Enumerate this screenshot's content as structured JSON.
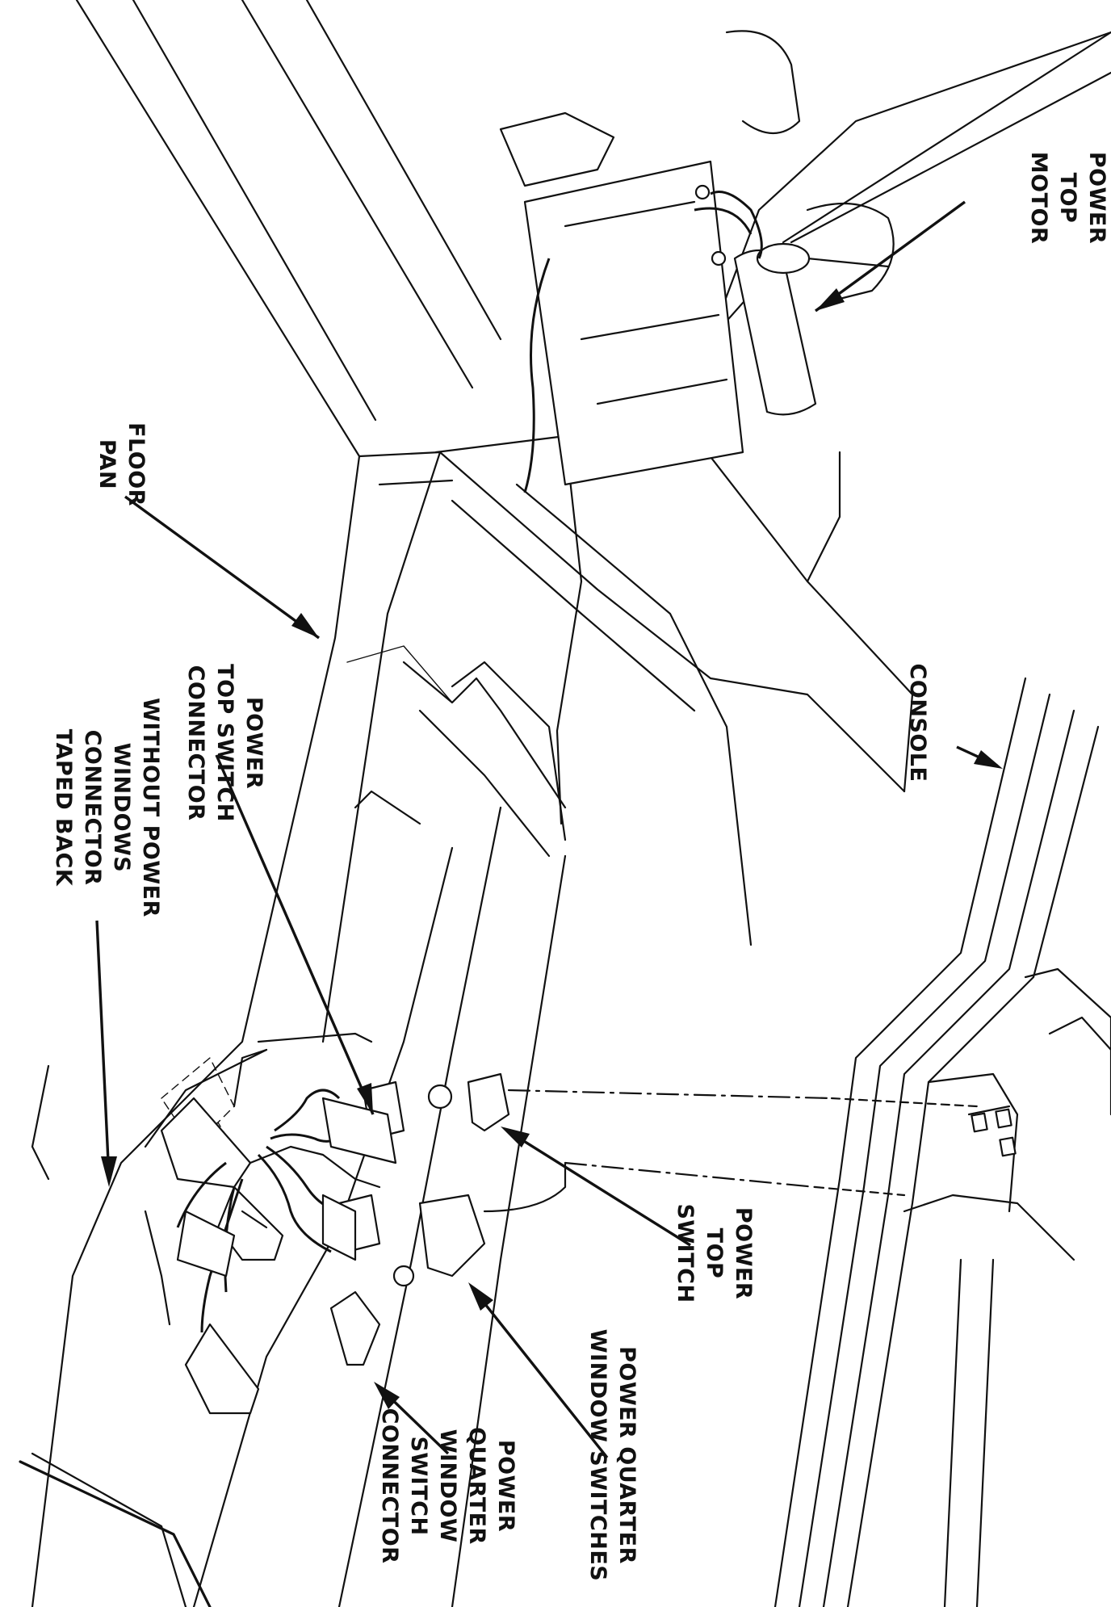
{
  "labels": {
    "power_top_motor": [
      "POWER",
      "TOP",
      "MOTOR"
    ],
    "floor_pan": [
      "FLOOR",
      "PAN"
    ],
    "console": [
      "CONSOLE"
    ],
    "power_top_switch_connector": [
      "POWER",
      "TOP SWITCH",
      "CONNECTOR"
    ],
    "without_power_windows": [
      "WITHOUT POWER",
      "WINDOWS",
      "CONNECTOR",
      "TAPED BACK"
    ],
    "power_top_switch": [
      "POWER",
      "TOP",
      "SWITCH"
    ],
    "power_quarter_window_switches": [
      "POWER QUARTER",
      "WINDOW SWITCHES"
    ],
    "power_quarter_window_switch_connector": [
      "POWER",
      "QUARTER",
      "WINDOW",
      "SWITCH",
      "CONNECTOR"
    ]
  }
}
